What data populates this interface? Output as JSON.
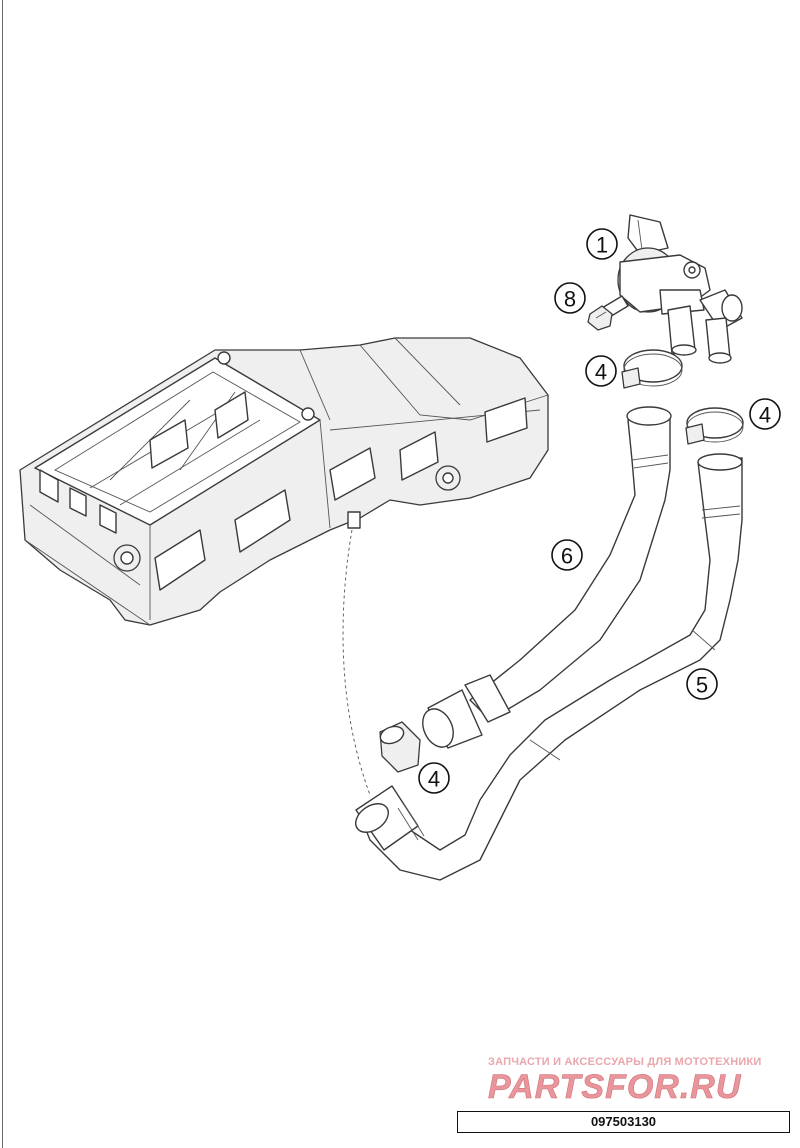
{
  "callouts": [
    {
      "id": "c1",
      "label": "1"
    },
    {
      "id": "c8",
      "label": "8"
    },
    {
      "id": "c4a",
      "label": "4"
    },
    {
      "id": "c4b",
      "label": "4"
    },
    {
      "id": "c6",
      "label": "6"
    },
    {
      "id": "c5",
      "label": "5"
    },
    {
      "id": "c4c",
      "label": "4"
    }
  ],
  "watermark": {
    "tagline": "ЗАПЧАСТИ И АКСЕССУАРЫ ДЛЯ МОТОТЕХНИКИ",
    "logo_text": "PARTSFOR.RU",
    "color": "#e8959b"
  },
  "footer": {
    "part_number": "097503130"
  },
  "colors": {
    "line": "#3a3a3a",
    "fill": "#ffffff",
    "shade": "#e6e6e6"
  }
}
